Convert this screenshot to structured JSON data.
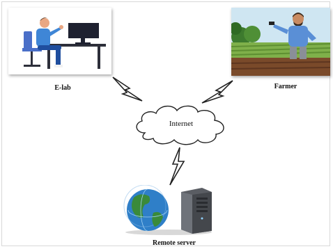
{
  "nodes": {
    "elab": {
      "label": "E-lab"
    },
    "farmer": {
      "label": "Farmer"
    },
    "internet": {
      "label": "Internet"
    },
    "server": {
      "label": "Remote server"
    }
  },
  "colors": {
    "bolt_fill": "#ffffff",
    "bolt_stroke": "#222222",
    "cloud_fill": "#ffffff",
    "cloud_stroke": "#222222",
    "globe_ocean": "#2f7fc8",
    "globe_land": "#3a8a3a",
    "tower_body": "#5a5d63"
  },
  "connections": [
    {
      "from": "elab",
      "to": "internet",
      "style": "lightning"
    },
    {
      "from": "farmer",
      "to": "internet",
      "style": "lightning"
    },
    {
      "from": "internet",
      "to": "server",
      "style": "lightning"
    }
  ]
}
